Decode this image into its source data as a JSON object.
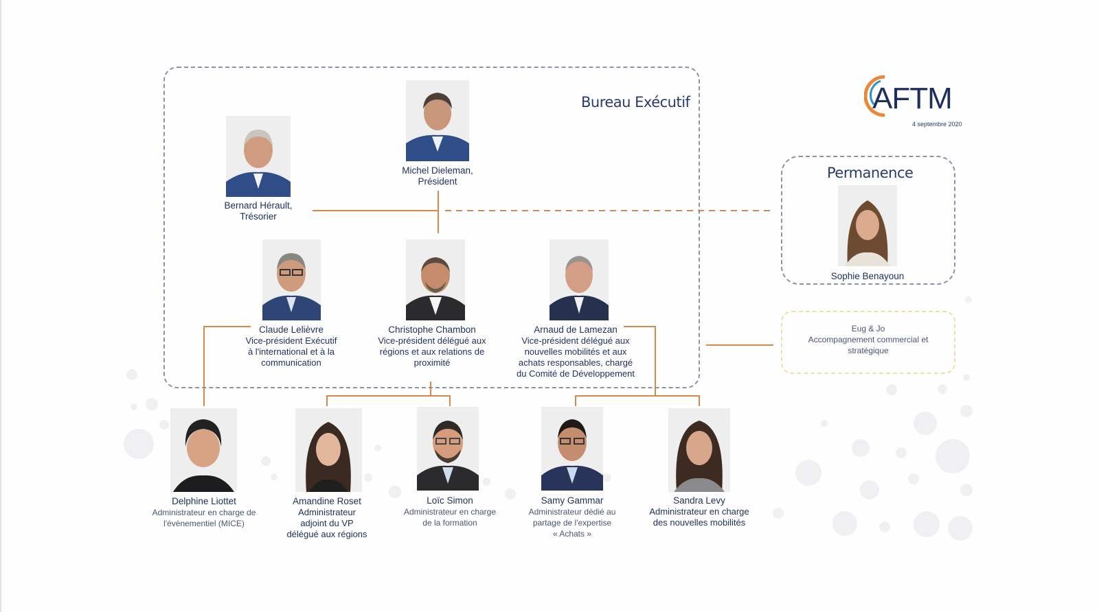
{
  "logo": {
    "text": "AFTM",
    "date": "4 septembre 2020",
    "colors": {
      "ring_orange": "#e8893a",
      "ring_blue": "#2a8fd0",
      "text": "#1f2f5c"
    }
  },
  "bureau_executif": {
    "title": "Bureau Exécutif",
    "members": [
      {
        "name": "Michel Dieleman,",
        "role": "Président"
      },
      {
        "name": "Bernard Hérault,",
        "role": "Trésorier"
      },
      {
        "name": "Claude Lelièvre",
        "role_lines": [
          "Vice-président Exécutif",
          "à l'international et à la",
          "communication"
        ]
      },
      {
        "name": "Christophe Chambon",
        "role_lines": [
          "Vice-président délégué aux",
          "régions et aux relations de",
          "proximité"
        ]
      },
      {
        "name": "Arnaud de Lamezan",
        "role_lines": [
          "Vice-président délégué aux",
          "nouvelles mobilités et aux",
          "achats responsables, chargé",
          "du Comité de Développement"
        ]
      }
    ]
  },
  "permanence": {
    "title": "Permanence",
    "member": {
      "name": "Sophie Benayoun"
    }
  },
  "partner": {
    "lines": [
      "Eug & Jo",
      "Accompagnement commercial et",
      "stratégique"
    ]
  },
  "administrators": [
    {
      "name": "Delphine Liottet",
      "role_lines": [
        "Administrateur en charge de",
        "l'évènementiel (MICE)"
      ]
    },
    {
      "name": "Amandine Roset",
      "role_lines": [
        "Administrateur",
        "adjoint du VP",
        "délégué aux régions"
      ]
    },
    {
      "name": "Loïc Simon",
      "role_lines": [
        "Administrateur en charge",
        "de la formation"
      ]
    },
    {
      "name": "Samy Gammar",
      "role_lines": [
        "Administrateur dédié au",
        "partage de l'expertise",
        "« Achats »"
      ]
    },
    {
      "name": "Sandra Levy",
      "role_lines": [
        "Administrateur en charge",
        "des nouvelles mobilités"
      ]
    }
  ],
  "colors": {
    "connector": "#d9874a",
    "box_border": "#8d92a6",
    "partner_border": "#e9e4a4",
    "text_primary": "#1f2f5c",
    "photo_background": "#f1f1f1"
  }
}
